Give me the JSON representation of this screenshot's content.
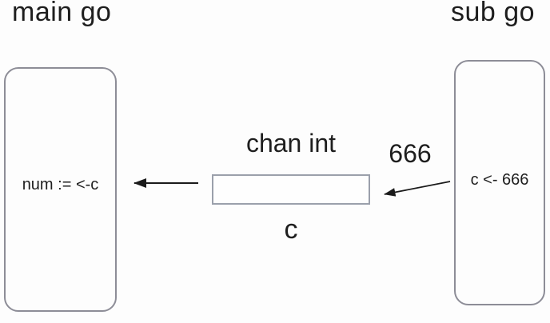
{
  "diagram": {
    "main_goroutine": {
      "title": "main go",
      "code": "num := <-c"
    },
    "sub_goroutine": {
      "title": "sub go",
      "code": "c <- 666"
    },
    "channel": {
      "type_label": "chan int",
      "name_label": "c"
    },
    "message": {
      "value": "666"
    }
  },
  "colors": {
    "background": "#fdfdfd",
    "text": "#1e1e1e",
    "goroutine_border": "#8d8d97",
    "channel_border": "#9ba0ab",
    "arrow": "#1b1b1b"
  }
}
